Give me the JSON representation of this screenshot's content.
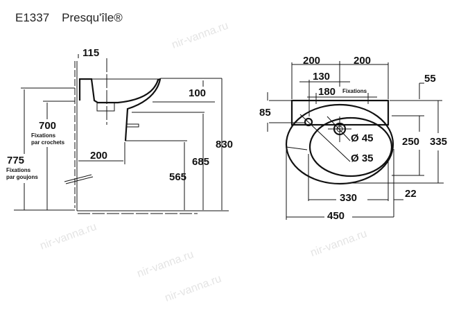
{
  "header": {
    "code": "E1337",
    "model": "Presqu'île®"
  },
  "side_view": {
    "dims": {
      "d115": "115",
      "d100": "100",
      "d700": "700",
      "d200": "200",
      "d775": "775",
      "d565": "565",
      "d685": "685",
      "d830": "830"
    },
    "notes": {
      "fix_hooks_1": "Fixations",
      "fix_hooks_2": "par crochets",
      "fix_studs_1": "Fixations",
      "fix_studs_2": "par goujons"
    }
  },
  "top_view": {
    "dims": {
      "d200a": "200",
      "d200b": "200",
      "d130": "130",
      "d180": "180",
      "d55": "55",
      "d85": "85",
      "d45": "Ø 45",
      "d35": "Ø 35",
      "d250": "250",
      "d335": "335",
      "d330": "330",
      "d22": "22",
      "d450": "450"
    },
    "notes": {
      "fixations": "Fixations"
    }
  },
  "watermark": "nir-vanna.ru"
}
